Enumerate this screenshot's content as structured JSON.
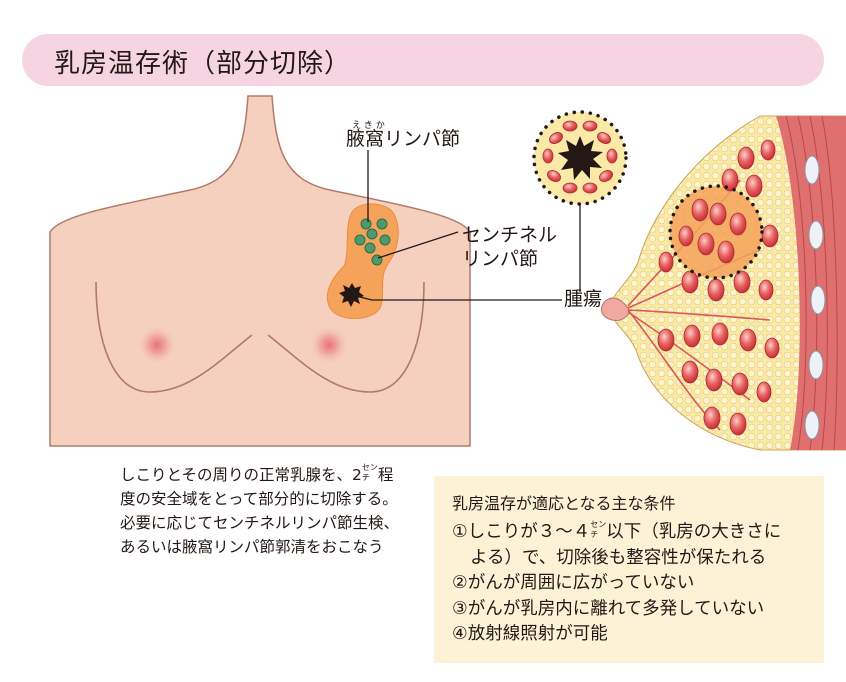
{
  "title": "乳房温存術（部分切除）",
  "labels": {
    "axillary_ruby": "えきか",
    "axillary": "腋窩リンパ節",
    "sentinel_line1": "センチネル",
    "sentinel_line2": "リンパ節",
    "tumor": "腫瘍"
  },
  "description": {
    "line1_a": "しこりとその周りの正常乳腺を、2",
    "line1_unit": "セン\nチ",
    "line1_b": "程",
    "line2": "度の安全域をとって部分的に切除する。",
    "line3": "必要に応じてセンチネルリンパ節生検、",
    "line4": "あるいは腋窩リンパ節郭清をおこなう"
  },
  "conditions": {
    "title": "乳房温存が適応となる主な条件",
    "item1_a": "①しこりが３〜４",
    "item1_unit": "セン\nチ",
    "item1_b": "以下（乳房の大きさに",
    "item1_cont": "よる）で、切除後も整容性が保たれる",
    "item2": "②がんが周囲に広がっていない",
    "item3": "③がんが乳房内に離れて多発していない",
    "item4": "④放射線照射が可能"
  },
  "colors": {
    "title_bg": "#f6d4e1",
    "skin": "#f6d0be",
    "excision_area": "#f5a35a",
    "lymph_node": "#4f9a6c",
    "tumor": "#231815",
    "conditions_bg": "#fcf2d6",
    "gland": "#e04a4a"
  }
}
